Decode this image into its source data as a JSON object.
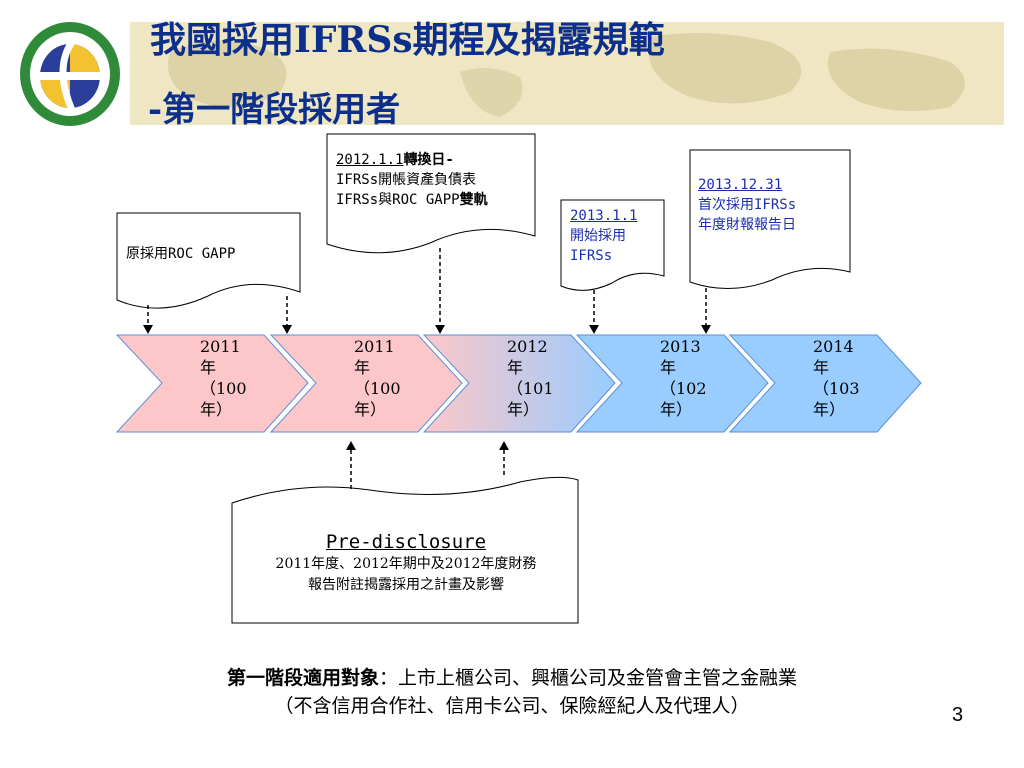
{
  "title": {
    "line1": "我國採用IFRSs期程及揭露規範",
    "line2": "-第一階段採用者"
  },
  "notes": {
    "roc_gaap": "原採用ROC GAPP",
    "transition": {
      "date": "2012.1.1",
      "heading": "轉換日-",
      "line2": "IFRSs開帳資產負債表",
      "line3": "IFRSs與ROC GAPP",
      "line3_bold": "雙軌"
    },
    "start": {
      "date": "2013.1.1",
      "line2": "開始採用",
      "line3": "IFRSs"
    },
    "first_report": {
      "date": "2013.12.31",
      "line2": "首次採用IFRSs",
      "line3": "年度財報報告日"
    }
  },
  "timeline": [
    {
      "label": "2011\n年\n（100\n年）",
      "fill": "#fdc7c9"
    },
    {
      "label": "2011\n年\n（100\n年）",
      "fill": "#fdc7c9"
    },
    {
      "label": "2012\n年\n（101\n年）",
      "fill": "gradient"
    },
    {
      "label": "2013\n年\n（102\n年）",
      "fill": "#99ccff"
    },
    {
      "label": "2014\n年\n（103\n年）",
      "fill": "#99ccff"
    }
  ],
  "pre_disclosure": {
    "heading": "Pre-disclosure",
    "line1": "2011年度、2012年期中及2012年度財務",
    "line2": "報告附註揭露採用之計畫及影響"
  },
  "footer": {
    "label": "第一階段適用對象",
    "colon": "：",
    "text": "上市上櫃公司、興櫃公司及金管會主管之金融業",
    "line2": "（不含信用合作社、信用卡公司、保險經紀人及代理人）"
  },
  "page_number": "3"
}
